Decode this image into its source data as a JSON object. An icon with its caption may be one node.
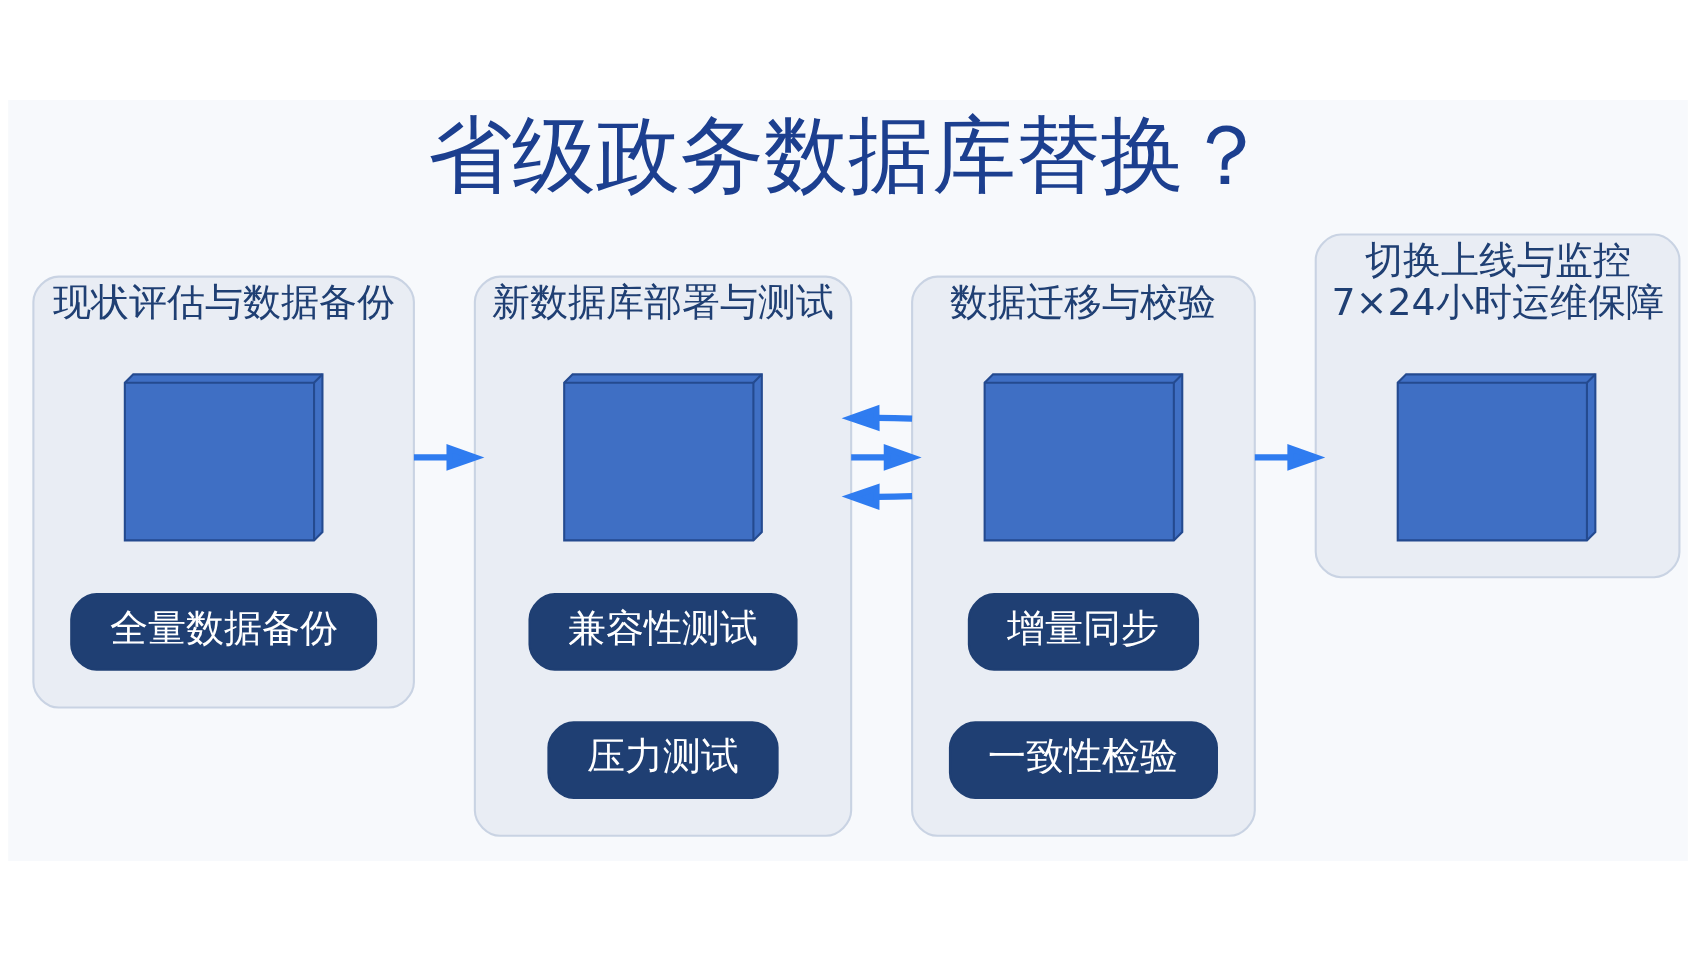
{
  "diagram": {
    "title": "省级政务数据库替换？",
    "nodes": [
      {
        "text": [
          "现状评估与数据备份"
        ]
      },
      {
        "text": [],
        "shape": "picture",
        "in": 0
      },
      {
        "text": [
          "全量数据备份"
        ],
        "in": 0
      },
      {
        "text": [
          "新数据库部署与测试"
        ]
      },
      {
        "text": [],
        "shape": "picture",
        "in": 3
      },
      {
        "text": [
          "兼容性测试"
        ],
        "in": 3
      },
      {
        "text": [
          "压力测试"
        ],
        "in": 3
      },
      {
        "text": [
          "数据迁移与校验"
        ]
      },
      {
        "text": [],
        "shape": "picture",
        "in": 7
      },
      {
        "text": [
          "增量同步"
        ],
        "in": 7
      },
      {
        "text": [
          "一致性检验"
        ],
        "in": 7
      },
      {
        "text": [
          "切换上线与监控",
          "7×24小时运维保障"
        ]
      },
      {
        "text": [],
        "shape": "picture",
        "in": 11
      }
    ],
    "edges": [
      {
        "from": 0,
        "to": 3,
        "arrow": "to"
      },
      {
        "from": 7,
        "to": 3,
        "arrow": "to"
      },
      {
        "from": 3,
        "to": 7,
        "arrow": "to"
      },
      {
        "from": 7,
        "to": 3,
        "arrow": "to"
      },
      {
        "from": 7,
        "to": 11,
        "arrow": "to"
      }
    ]
  }
}
